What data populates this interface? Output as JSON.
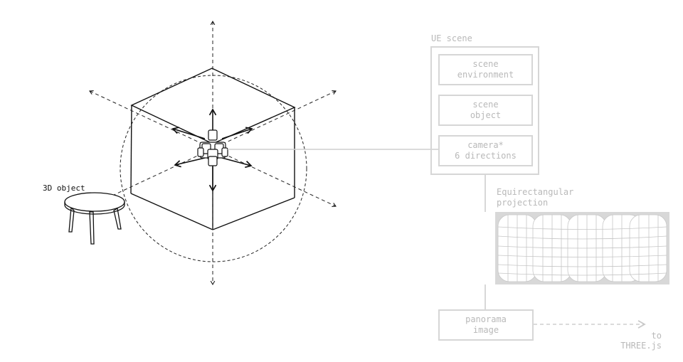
{
  "labels": {
    "object_3d": "3D object",
    "ue_scene": "UE scene",
    "projection_line1": "Equirectangular",
    "projection_line2": "projection",
    "to_line1": "to",
    "to_line2": "THREE.js"
  },
  "boxes": {
    "scene_env": {
      "line1": "scene",
      "line2": "environment"
    },
    "scene_obj": {
      "line1": "scene",
      "line2": "object"
    },
    "camera": {
      "line1": "camera*",
      "line2": "6 directions"
    },
    "panorama": {
      "line1": "panorama",
      "line2": "image"
    }
  },
  "colors": {
    "ink": "#111111",
    "pipeline": "#d6d6d6",
    "pipeline_text": "#b9b9b9",
    "projection_fill": "#d8d8d8"
  }
}
